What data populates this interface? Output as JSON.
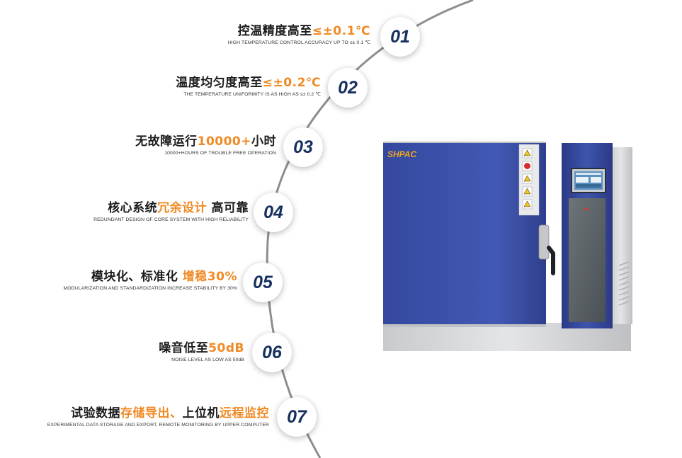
{
  "features": [
    {
      "title_prefix": "控温精度高至",
      "title_highlight": "≤±0.1℃",
      "title_suffix": "",
      "subtitle": "HIGH TEMPERATURE CONTROL ACCURACY UP TO ≤± 0.1 ℃",
      "number": "01"
    },
    {
      "title_prefix": "温度均匀度高至",
      "title_highlight": "≤±0.2℃",
      "title_suffix": "",
      "subtitle": "THE TEMPERATURE UNIFORMITY IS AS HIGH AS ≤± 0.2 ℃",
      "number": "02"
    },
    {
      "title_prefix": "无故障运行",
      "title_highlight": "10000+",
      "title_suffix": "小时",
      "subtitle": "10000+HOURS OF TROUBLE FREE OPERATION",
      "number": "03"
    },
    {
      "title_prefix": "核心系统",
      "title_highlight": "冗余设计",
      "title_suffix": " 高可靠",
      "subtitle": "REDUNDANT DESIGN OF CORE SYSTEM WITH HIGH RELIABILITY",
      "number": "04"
    },
    {
      "title_prefix": "模块化、标准化 ",
      "title_highlight": "增稳30%",
      "title_suffix": "",
      "subtitle": "MODULARIZATION AND STANDARDIZATION INCREASE STABILITY BY 30%",
      "number": "05"
    },
    {
      "title_prefix": "噪音低至",
      "title_highlight": "50dB",
      "title_suffix": "",
      "subtitle": "NOISE LEVEL AS LOW AS 50dB",
      "number": "06"
    },
    {
      "title_prefix": "试验数据",
      "title_highlight": "存储导出、",
      "title_prefix2": "上位机",
      "title_highlight2": "远程监控",
      "subtitle": "EXPERIMENTAL DATA STORAGE AND EXPORT, REMOTE MONITORING BY UPPER COMPUTER",
      "number": "07"
    }
  ],
  "product": {
    "brand_logo_text": "SHPAC"
  },
  "colors": {
    "highlight": "#f08a24",
    "number": "#16305e",
    "title": "#1c1c1c",
    "chamber_blue": "#3d50a8",
    "chamber_body": "#d9dadd"
  }
}
